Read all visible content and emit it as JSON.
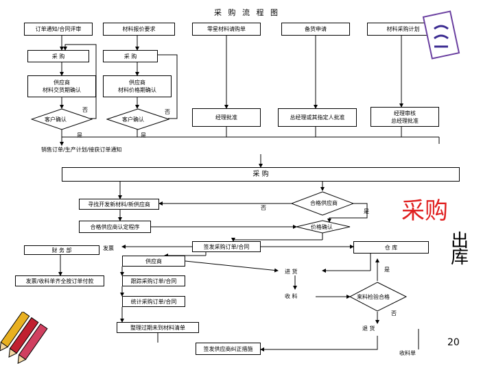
{
  "title": "采 购 流 程 图",
  "nodes": {
    "order_notice": "订单通知/合同评审",
    "material_req": "材料报价要求",
    "zero_material": "零星材料请购单",
    "stock_apply": "备货申请",
    "material_plan": "材料采购计划",
    "purchase_1": "采    购",
    "purchase_2": "采    购",
    "supplier_delivery_1": "供应商",
    "supplier_delivery_2": "材料交货期确认",
    "supplier_price_1": "供应商",
    "supplier_price_2": "材料价格期确认",
    "customer_confirm_1": "客户确认",
    "customer_confirm_2": "客户确认",
    "manager_approve": "经理批准",
    "gm_approve": "总经理或其指定人批准",
    "mgr_review_1": "经理审核",
    "mgr_review_2": "总经理批准",
    "sales_order": "销售订单/生产计划/接获订单通知",
    "purchase_main": "采                               购",
    "find_supplier": "寻找开发新材料/新供应商",
    "qualified_supplier": "合格供应商",
    "qualified_program": "合格供应商认定程序",
    "price_confirm": "价格确认",
    "finance": "财 务 部",
    "invoice": "发票",
    "sign_order": "签发采购订单/合同",
    "warehouse": "仓        库",
    "supplier": "供应商",
    "incoming": "进        货",
    "pay": "发票/收料单齐全按订单付款",
    "track_order": "跟踪采购订单/合同",
    "receive": "收        料",
    "inspection": "来料检验合格",
    "stat_order": "统计采购订单/合同",
    "organize": "整理过期未到材料清单",
    "return": "退        货",
    "corrective": "签发供应商纠正措施",
    "receipt": "收料单"
  },
  "edge_labels": {
    "no_1": "否",
    "no_2": "否",
    "yes_1": "是",
    "yes_2": "是",
    "no_3": "否",
    "yes_3": "是",
    "yes_4": "是",
    "no_4": "否"
  },
  "side_text": {
    "purchase": "采购",
    "out_warehouse": "出库"
  },
  "page_number": "20",
  "accent_color": "#e02020"
}
